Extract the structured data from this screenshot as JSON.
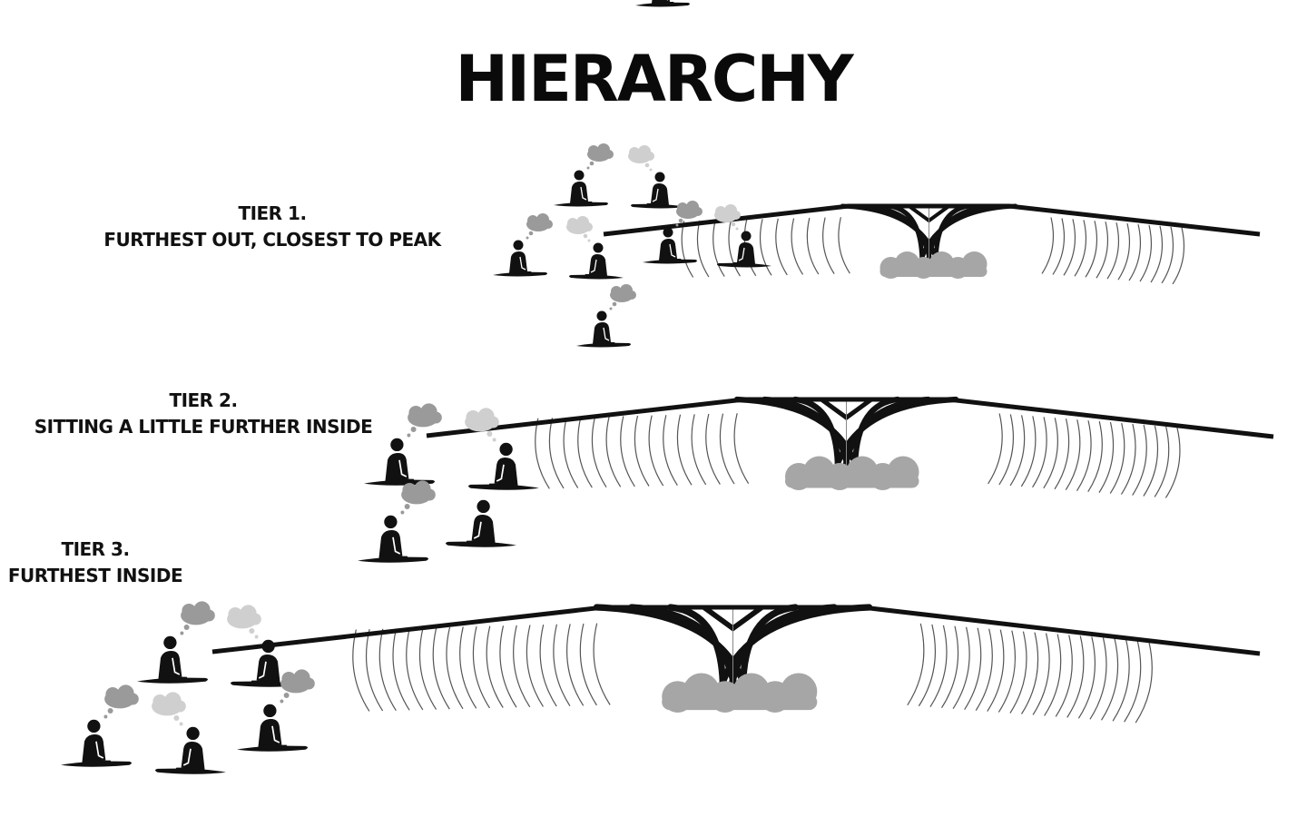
{
  "title": "HIERARCHY",
  "tiers": [
    {
      "heading": "TIER 1.",
      "description": "FURTHEST OUT, CLOSEST TO PEAK"
    },
    {
      "heading": "TIER 2.",
      "description": "SITTING A LITTLE FURTHER INSIDE"
    },
    {
      "heading": "TIER 3.",
      "description": "FURTHEST INSIDE"
    }
  ],
  "icons": {
    "wave": "wave-icon",
    "surfer": "surfer-icon",
    "thought": "thought-bubble-icon",
    "whitewater": "whitewater-icon"
  },
  "colors": {
    "ink": "#111111",
    "thought_dark": "#9a9a9a",
    "thought_light": "#cfcfcf",
    "whitewater": "#a6a6a6",
    "swell_lines": "#555555"
  }
}
